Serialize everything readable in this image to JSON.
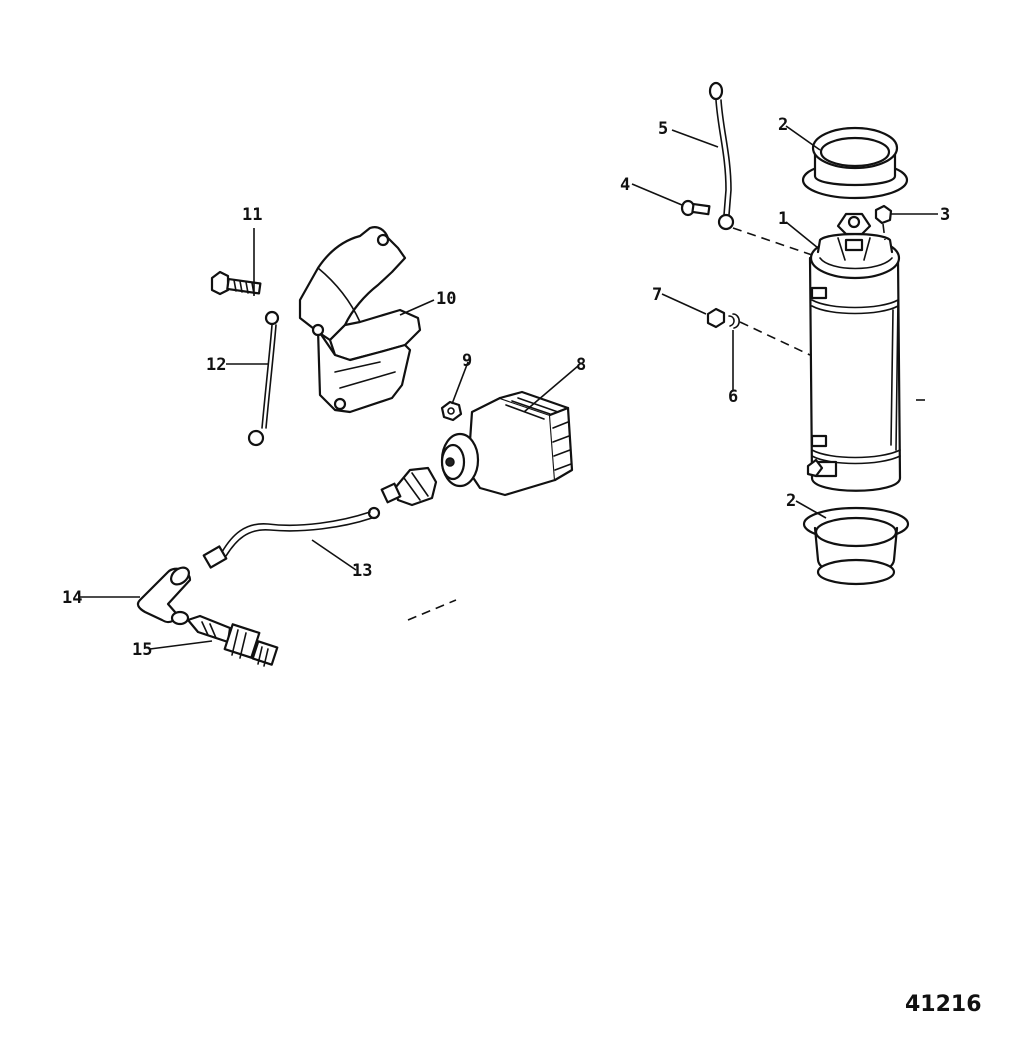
{
  "drawing_number": "41216",
  "callouts": [
    {
      "id": "c1",
      "label": "1"
    },
    {
      "id": "c2a",
      "label": "2"
    },
    {
      "id": "c2b",
      "label": "2"
    },
    {
      "id": "c3",
      "label": "3"
    },
    {
      "id": "c4",
      "label": "4"
    },
    {
      "id": "c5",
      "label": "5"
    },
    {
      "id": "c6",
      "label": "6"
    },
    {
      "id": "c7",
      "label": "7"
    },
    {
      "id": "c8",
      "label": "8"
    },
    {
      "id": "c9",
      "label": "9"
    },
    {
      "id": "c10",
      "label": "10"
    },
    {
      "id": "c11",
      "label": "11"
    },
    {
      "id": "c12",
      "label": "12"
    },
    {
      "id": "c13",
      "label": "13"
    },
    {
      "id": "c14",
      "label": "14"
    },
    {
      "id": "c15",
      "label": "15"
    }
  ]
}
